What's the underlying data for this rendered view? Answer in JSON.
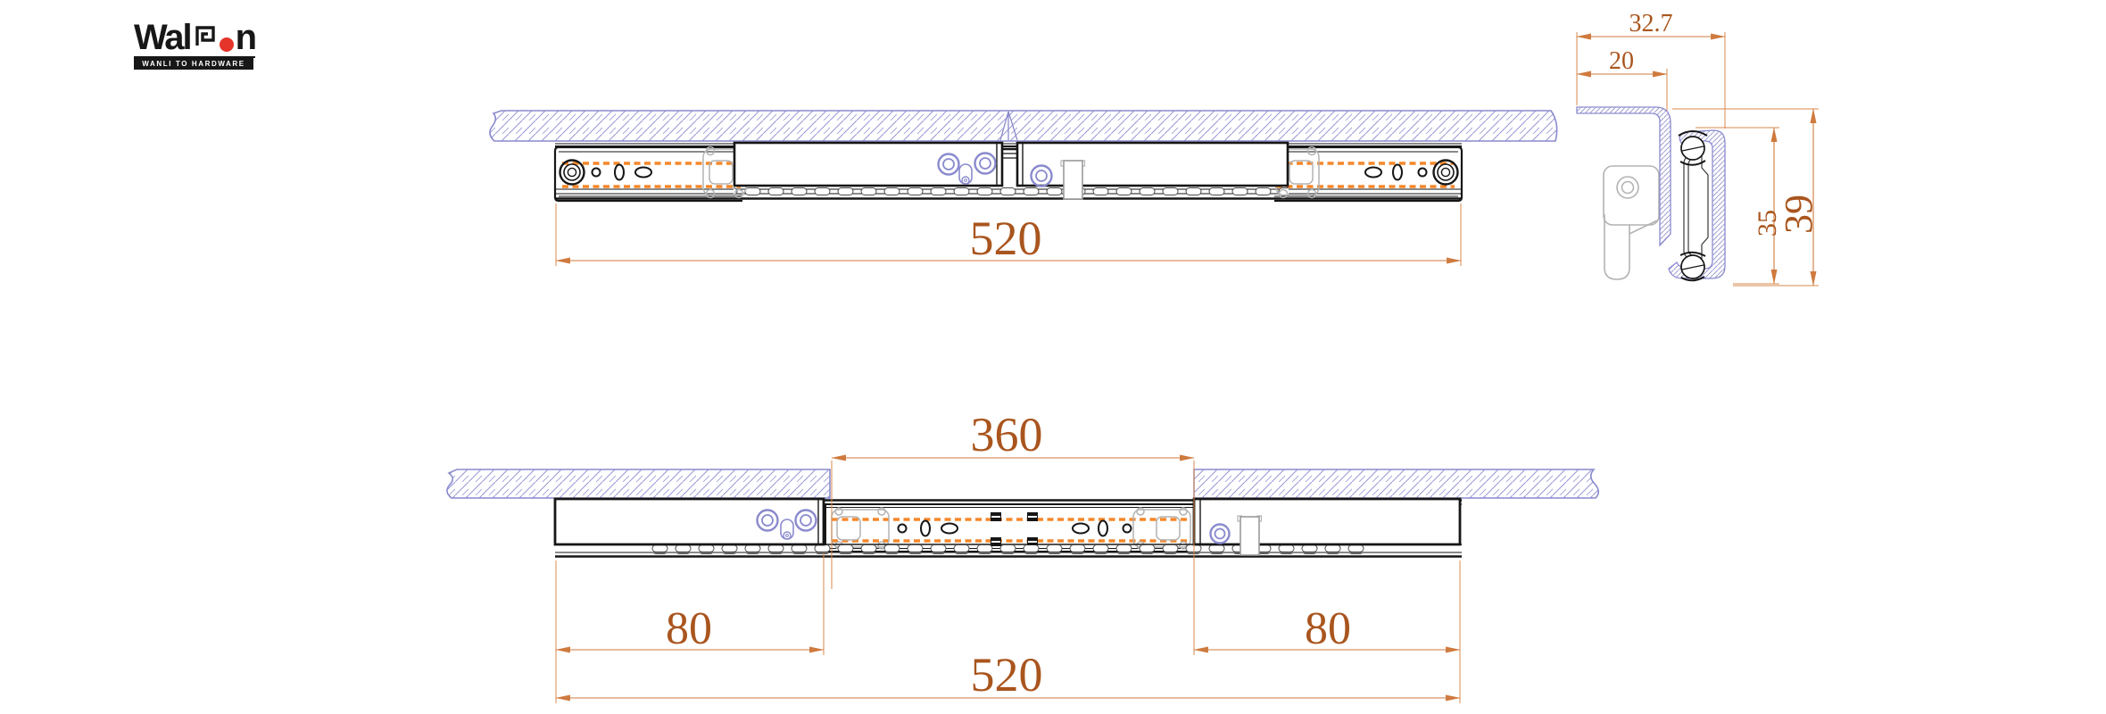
{
  "logo": {
    "brand": "Walson",
    "wordmark_prefix": "Wal",
    "wordmark_suffix": "n",
    "tagline": "WANLI TO HARDWARE"
  },
  "views": {
    "top_view": {
      "description": "slide closed under table panels",
      "length_label": "520"
    },
    "section_view": {
      "description": "cross-section profile of slide and bracket",
      "overall_width_label": "32.7",
      "flange_offset_label": "20",
      "inner_height_label": "35",
      "overall_height_label": "39"
    },
    "open_view": {
      "description": "slide extended, panels separated",
      "opening_label": "360",
      "left_travel_label": "80",
      "right_travel_label": "80",
      "length_label": "520"
    }
  },
  "colors": {
    "dimension_text": "#a9551e",
    "dimension_line": "#cf7a3e",
    "hole_dash_orange": "#f5872a",
    "hatch_periwinkle": "#9a9ad8",
    "detail_periwinkle": "#8a8ace",
    "outline_black": "#161616",
    "detail_gray": "#b3b3b3",
    "logo_red": "#e5342a",
    "logo_black": "#171717"
  }
}
